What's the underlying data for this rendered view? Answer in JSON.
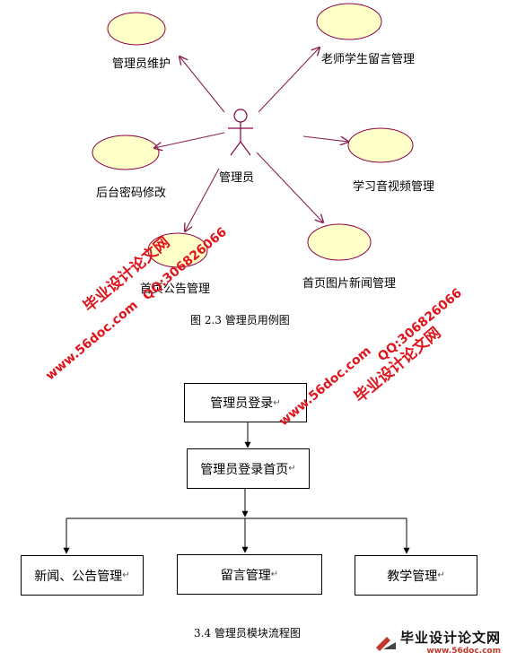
{
  "use_case": {
    "actor": "管理员",
    "cases": [
      "管理员维护",
      "老师学生留言管理",
      "后台密码修改",
      "学习音视频管理",
      "首页公告管理",
      "首页图片新闻管理"
    ],
    "caption": "图 2.3  管理员用例图"
  },
  "flow": {
    "nodes": [
      "管理员登录",
      "管理员登录首页",
      "新闻、公告管理",
      "留言管理",
      "教学管理"
    ],
    "return_mark": "↵",
    "caption": "3.4 管理员模块流程图"
  },
  "watermarks": {
    "site_cn": "毕业设计论文网",
    "site_url": "www.56doc.com",
    "qq": "QQ:306826066"
  },
  "footer": {
    "logo_text": "毕业设计论文网",
    "logo_url": "www.56doc.com"
  },
  "colors": {
    "ellipse_fill": "#ffffc8",
    "ellipse_stroke": "#8b0045",
    "arrow": "#8b2252",
    "watermark": "#e0141c"
  }
}
